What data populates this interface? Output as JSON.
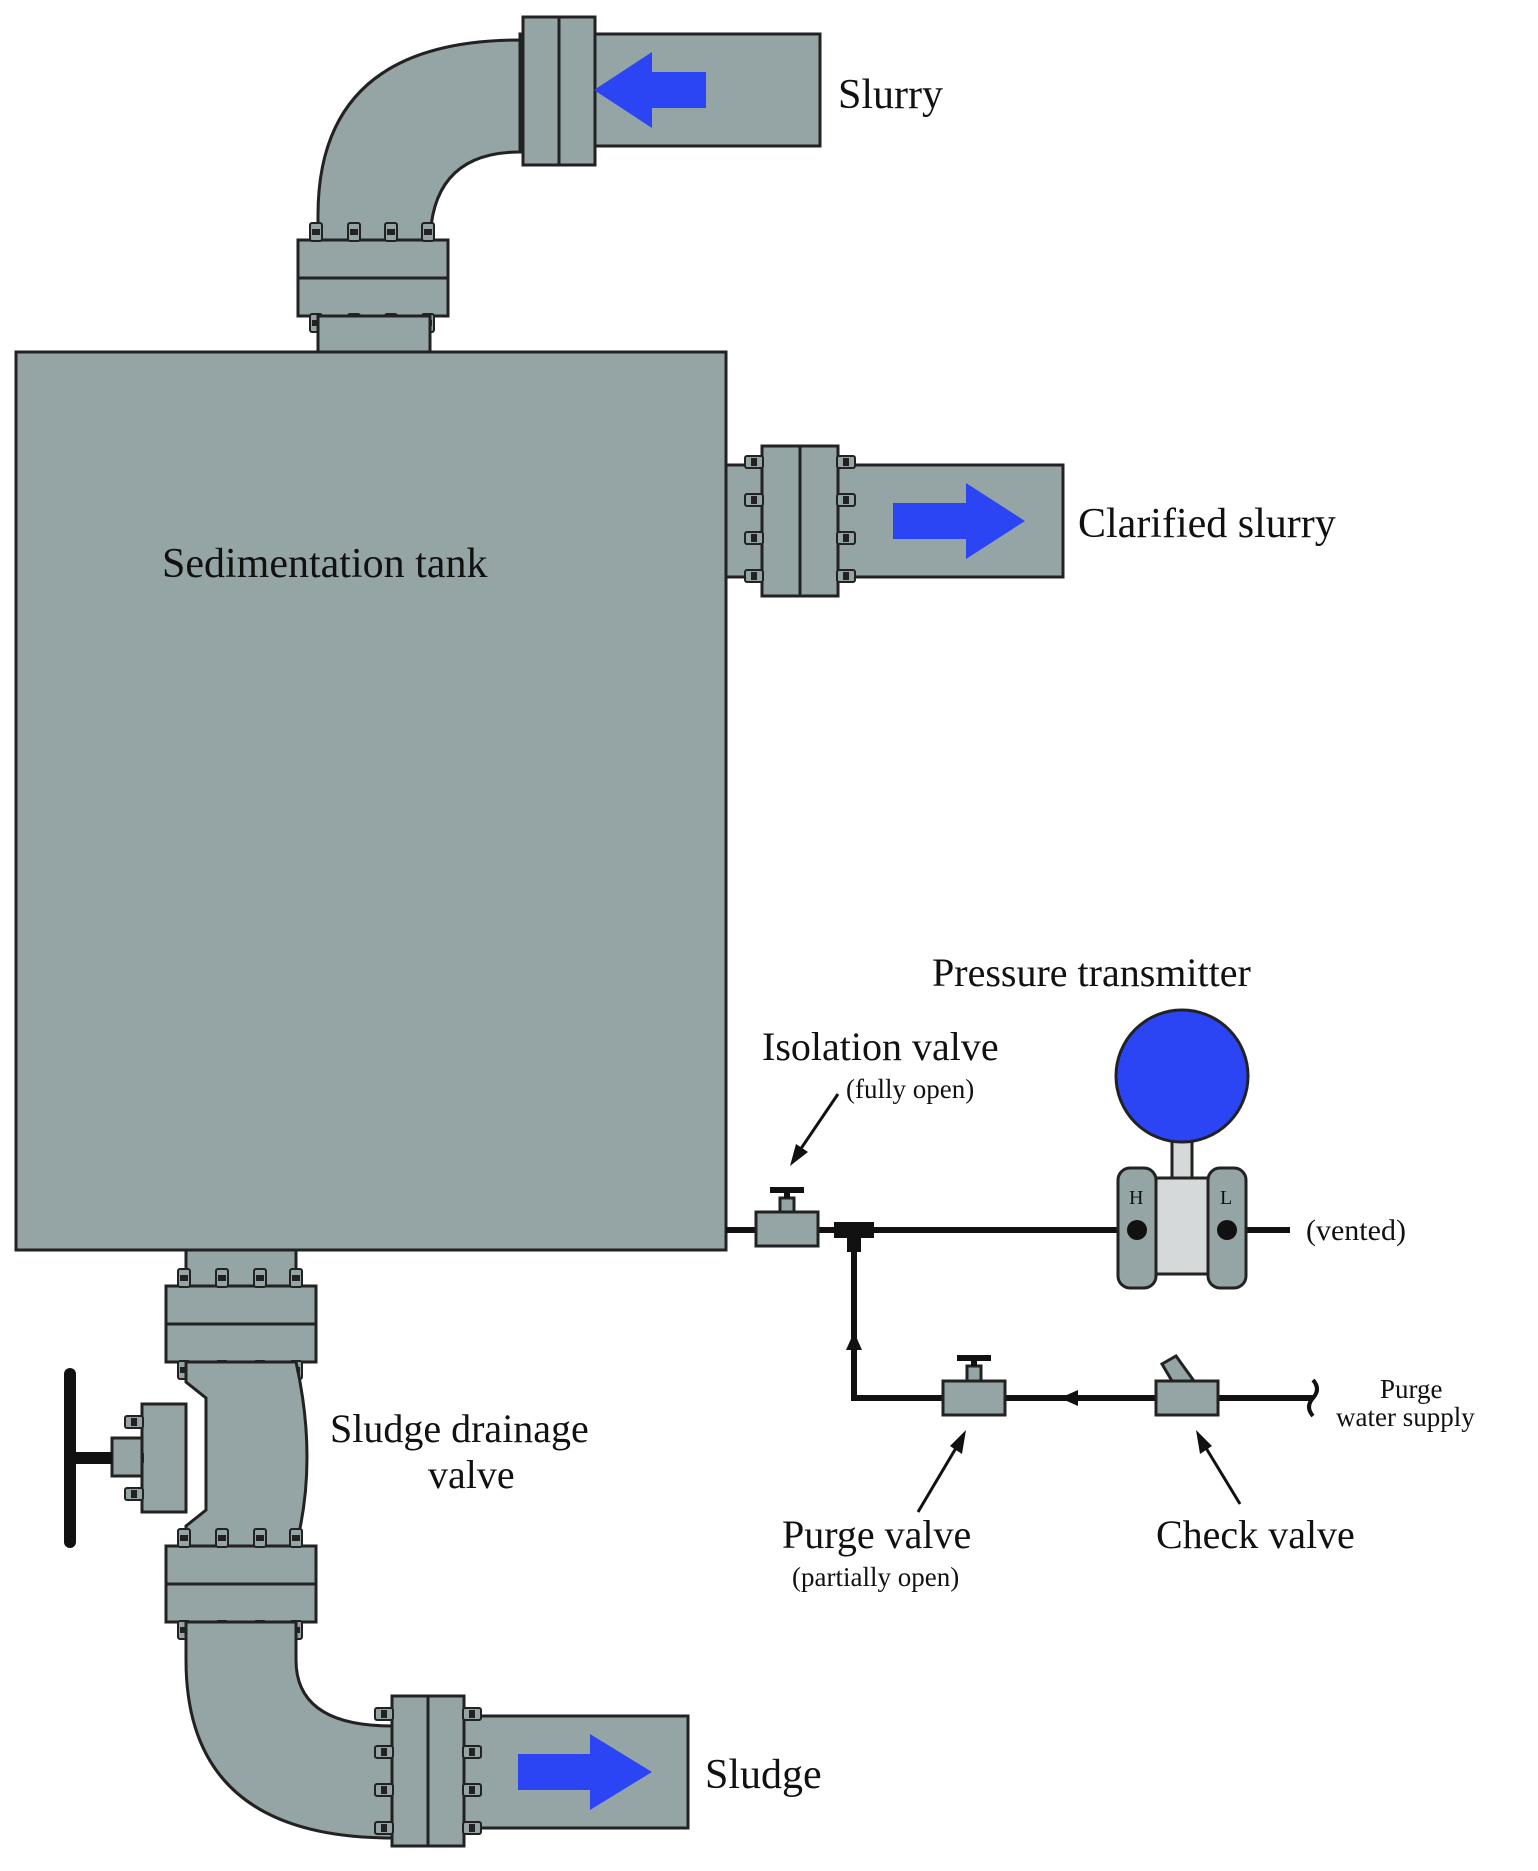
{
  "labels": {
    "slurry": "Slurry",
    "clarified_slurry": "Clarified slurry",
    "sedimentation_tank": "Sedimentation tank",
    "pressure_transmitter": "Pressure transmitter",
    "isolation_valve": "Isolation valve",
    "isolation_valve_state": "(fully open)",
    "transmitter_high": "H",
    "transmitter_low": "L",
    "vented": "(vented)",
    "purge_line": "Purge",
    "purge_line_2": "water supply",
    "purge_valve": "Purge valve",
    "purge_valve_state": "(partially open)",
    "check_valve": "Check valve",
    "sludge_drainage_valve": "Sludge drainage",
    "sludge_drainage_valve_2": "valve",
    "sludge": "Sludge"
  },
  "colors": {
    "steel": "#95a4a4",
    "outline": "#222222",
    "flow_arrow": "#2b45f5",
    "transmitter_face": "#2b45f5",
    "transmitter_body": "#d5d9d9"
  },
  "icons": {
    "flow_arrow": "arrow-shape",
    "bolt": "hex-bolt",
    "handwheel": "t-handle"
  }
}
